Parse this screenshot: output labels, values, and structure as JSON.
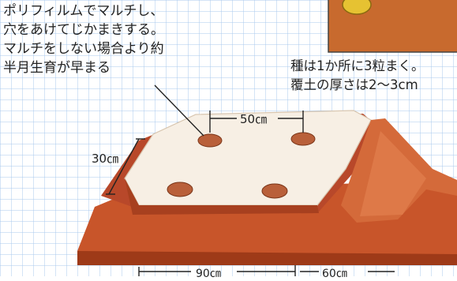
{
  "caption_left": {
    "lines": [
      "ポリフィルムでマルチし、",
      "穴をあけてじかまきする。",
      "マルチをしない場合より約",
      "半月生育が早まる"
    ]
  },
  "caption_right": {
    "lines": [
      "種は1か所に3粒まく。",
      "覆土の厚さは2～3cm"
    ]
  },
  "dimensions": {
    "hole_spacing": "50㎝",
    "bed_depth": "30㎝",
    "bed_width": "90㎝",
    "furrow_width": "60㎝"
  },
  "colors": {
    "grid_line": "#a9c9ee",
    "soil": "#c8552a",
    "soil_dark": "#9e3a18",
    "mulch": "#f7efe4",
    "hole": "#b9603a",
    "pot": "#c86a2e"
  }
}
